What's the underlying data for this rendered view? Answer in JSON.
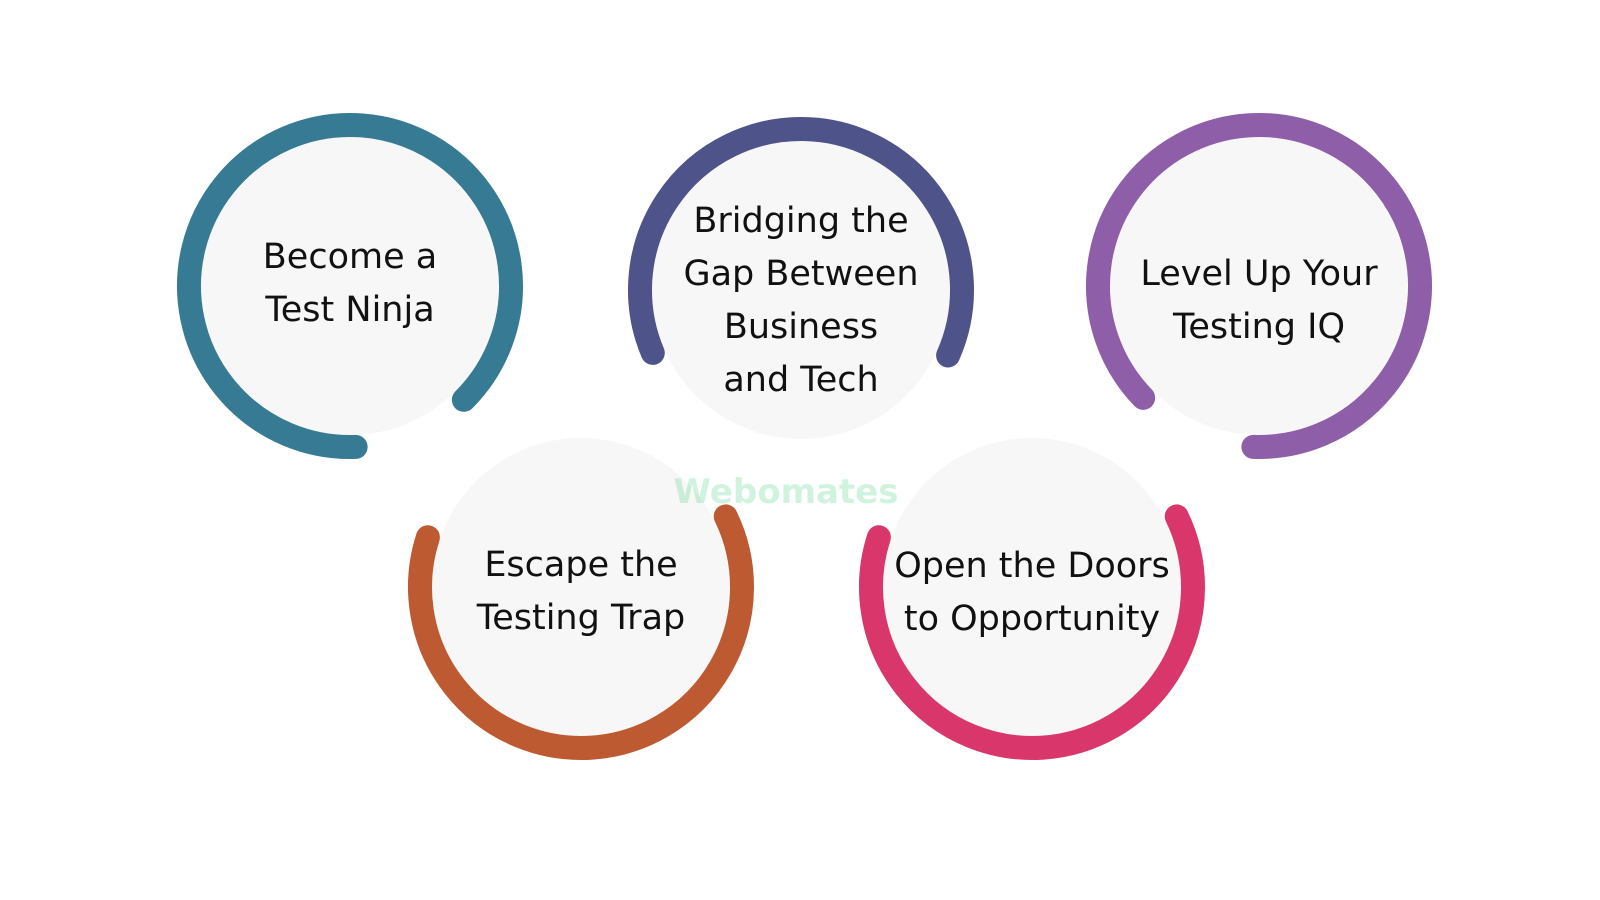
{
  "diagram": {
    "nodes": [
      {
        "id": "ninja",
        "lines": [
          "Become a",
          "Test Ninja"
        ],
        "color": "#377A93"
      },
      {
        "id": "trap",
        "lines": [
          "Escape the",
          "Testing Trap"
        ],
        "color": "#BE5A32"
      },
      {
        "id": "gap",
        "lines": [
          "Bridging the",
          "Gap Between",
          "Business",
          "and Tech"
        ],
        "color": "#4E5489"
      },
      {
        "id": "doors",
        "lines": [
          "Open the Doors",
          "to Opportunity"
        ],
        "color": "#D9376B"
      },
      {
        "id": "iq",
        "lines": [
          "Level Up Your",
          "Testing IQ"
        ],
        "color": "#8F5EA8"
      }
    ],
    "fill_color": "#F7F7F7",
    "watermark_text": "Webomates"
  }
}
